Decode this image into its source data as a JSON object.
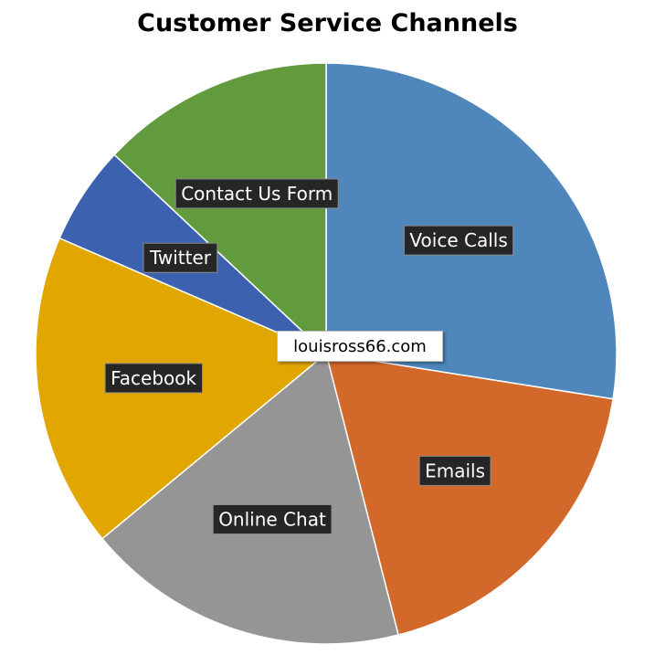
{
  "chart_data": {
    "type": "pie",
    "title": "Customer Service Channels",
    "start_angle_deg": 0,
    "direction": "clockwise",
    "slices": [
      {
        "label": "Voice Calls",
        "value": 27.5,
        "color": "#4f87bd"
      },
      {
        "label": "Emails",
        "value": 18.5,
        "color": "#d2692b"
      },
      {
        "label": "Online Chat",
        "value": 18,
        "color": "#959595"
      },
      {
        "label": "Facebook",
        "value": 17.5,
        "color": "#e1a700"
      },
      {
        "label": "Twitter",
        "value": 5.5,
        "color": "#3c61ae"
      },
      {
        "label": "Contact Us Form",
        "value": 13,
        "color": "#629a3e"
      }
    ]
  },
  "watermark": "louisross66.com"
}
